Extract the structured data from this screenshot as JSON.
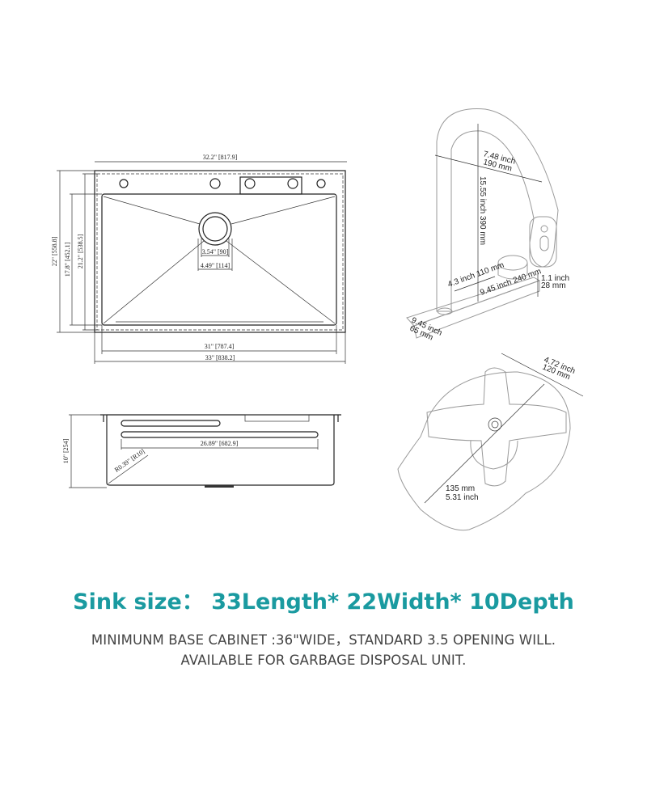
{
  "top_view": {
    "overall_width_top": "32.2\" [817.9]",
    "overall_depth": "22\" [558.8]",
    "basin_depth": "17.8\" [452.1]",
    "inner_depth": "21.2\" [538.5]",
    "drain_inner": "3.54\" [90]",
    "drain_outer": "4.49\" [114]",
    "basin_width": "31\" [787.4]",
    "overall_length": "33\" [838.2]"
  },
  "side_view": {
    "slot_length": "26.89\" [682.9]",
    "depth": "10\" [254]",
    "corner_radius": "R0.39\" [R10]"
  },
  "faucet": {
    "reach": [
      "7.48 inch",
      "190 mm"
    ],
    "height": "15.55 inch  390 mm",
    "spout_offset": "4.3 inch  110 mm",
    "base_length": "9.45 inch  240 mm",
    "base_height": [
      "1.1 inch",
      "28 mm"
    ],
    "base_depth": [
      "9.45 inch",
      "65 mm"
    ]
  },
  "rinser": {
    "width": [
      "4.72 inch",
      "120 mm"
    ],
    "length": [
      "135 mm",
      "5.31 inch"
    ]
  },
  "caption": {
    "title": "Sink size： 33Length* 22Width* 10Depth",
    "line1": "MINIMUNM BASE CABINET :36\"WIDE，STANDARD 3.5 OPENING WILL.",
    "line2": "AVAILABLE FOR GARBAGE DISPOSAL UNIT."
  },
  "colors": {
    "accent": "#1a9aa0",
    "text": "#444444"
  }
}
